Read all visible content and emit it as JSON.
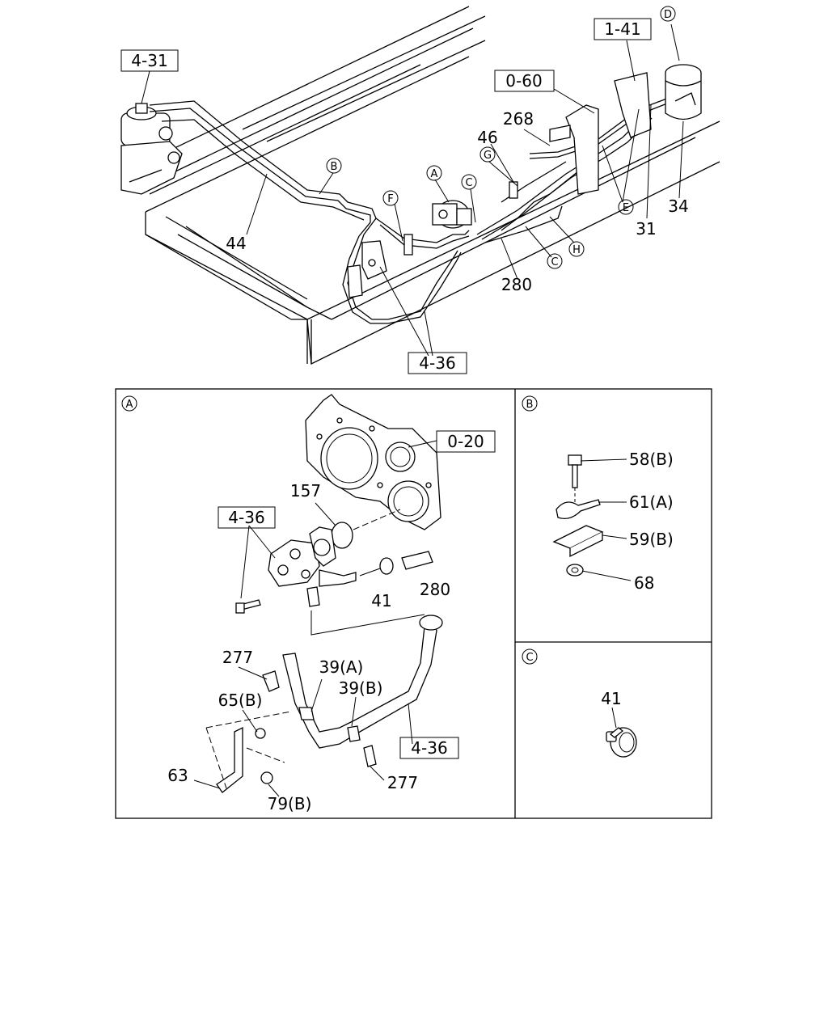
{
  "overview": {
    "ref_boxes": [
      "4-31",
      "1-41",
      "0-60",
      "4-36"
    ],
    "circle_letters": [
      "D",
      "B",
      "A",
      "G",
      "C",
      "F",
      "E",
      "H",
      "C"
    ],
    "part_numbers": [
      "268",
      "46",
      "44",
      "34",
      "31",
      "280"
    ]
  },
  "panel_a": {
    "letter": "A",
    "ref_boxes": [
      "0-20",
      "4-36",
      "4-36"
    ],
    "part_numbers": [
      "157",
      "41",
      "280",
      "277",
      "39(A)",
      "39(B)",
      "65(B)",
      "63",
      "79(B)",
      "277"
    ]
  },
  "panel_b": {
    "letter": "B",
    "part_numbers": [
      "58(B)",
      "61(A)",
      "59(B)",
      "68"
    ]
  },
  "panel_c": {
    "letter": "C",
    "part_numbers": [
      "41"
    ]
  }
}
